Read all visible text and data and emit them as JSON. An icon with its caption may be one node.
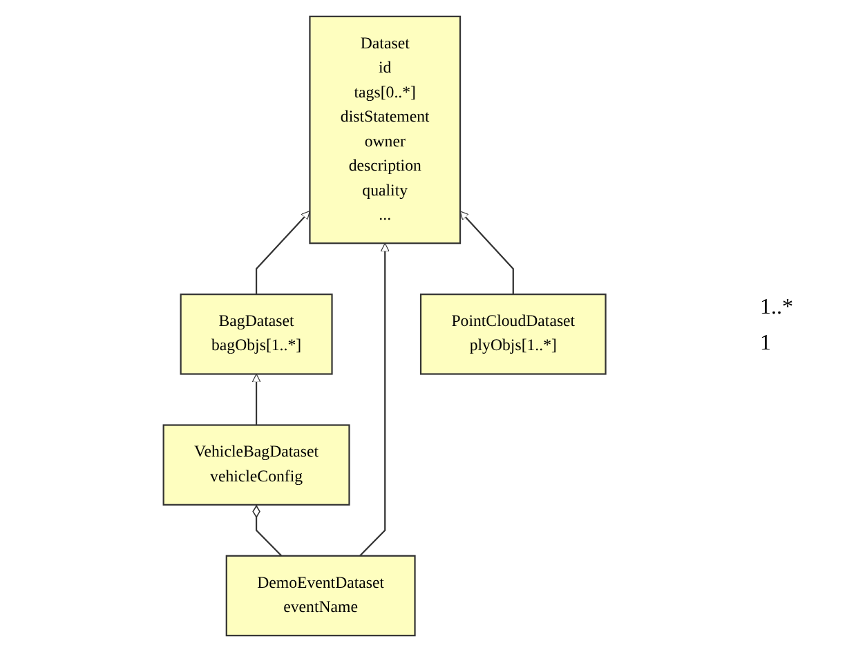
{
  "diagram": {
    "nodes": [
      {
        "text": [
          "Dataset",
          "id",
          "tags[0..*]",
          "distStatement",
          "owner",
          "description",
          "quality",
          "..."
        ]
      },
      {
        "text": [
          "BagDataset",
          "bagObjs[1..*]"
        ]
      },
      {
        "text": [
          "VehicleBagDataset",
          "vehicleConfig"
        ]
      },
      {
        "text": [
          "PointCloudDataset",
          "plyObjs[1..*]"
        ]
      },
      {
        "text": [
          "DemoEventDataset",
          "eventName"
        ]
      }
    ],
    "edges": [
      {
        "from": 1,
        "to": 0,
        "arrow": "to"
      },
      {
        "from": 2,
        "to": 1,
        "arrow": "to"
      },
      {
        "from": 4,
        "to": 0,
        "arrow": "to"
      },
      {
        "from": 2,
        "to": 4,
        "arrow": "other"
      },
      {
        "from": 3,
        "to": 0,
        "arrow": "to"
      }
    ],
    "labels": [
      "1..*",
      "1"
    ]
  }
}
